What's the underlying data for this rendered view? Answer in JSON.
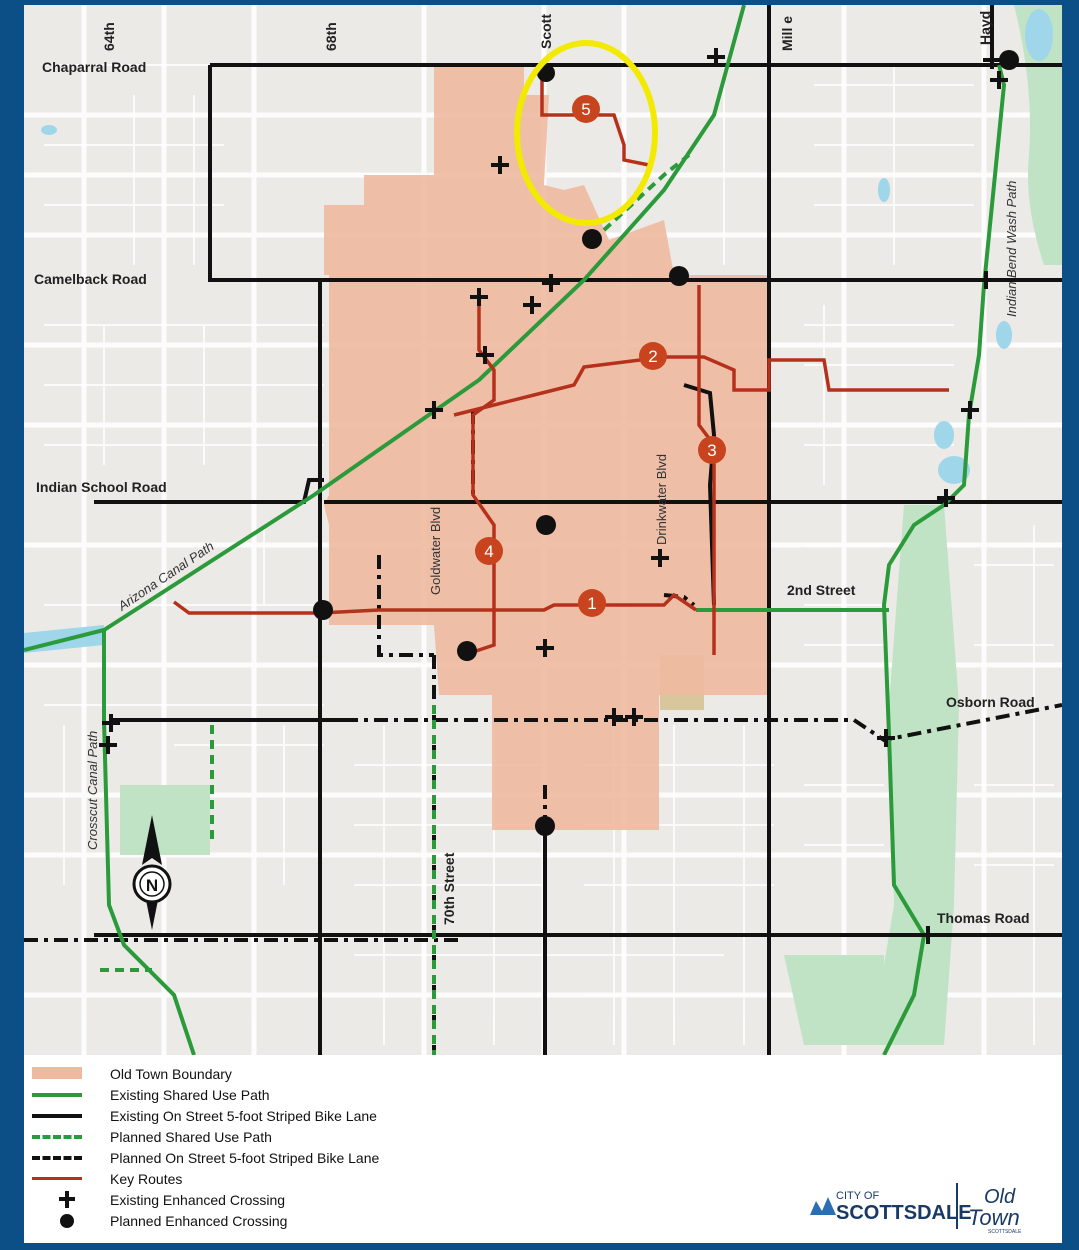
{
  "map": {
    "street_labels": {
      "st_64th": "64th",
      "st_68th": "68th",
      "st_scott": "Scott",
      "st_mill": "Mill e",
      "st_hayd": "Hayd",
      "chaparral": "Chaparral Road",
      "camelback": "Camelback Road",
      "indian_school": "Indian School Road",
      "second_street": "2nd Street",
      "osborn": "Osborn Road",
      "thomas": "Thomas Road",
      "goldwater": "Goldwater Blvd",
      "drinkwater": "Drinkwater Blvd",
      "st_70th": "70th Street",
      "arizona_canal": "Arizona Canal Path",
      "crosscut_canal": "Crosscut Canal Path",
      "indian_bend": "Indian Bend Wash Path"
    },
    "route_markers": [
      "1",
      "2",
      "3",
      "4",
      "5"
    ],
    "north_arrow": "N",
    "highlight_color": "#f2ea00"
  },
  "legend": {
    "items": [
      {
        "label": "Old Town Boundary",
        "symbol": "area",
        "color": "#efb9a0"
      },
      {
        "label": "Existing Shared Use Path",
        "symbol": "line",
        "color": "#2b9a3a"
      },
      {
        "label": "Existing On Street 5-foot Striped Bike Lane",
        "symbol": "line",
        "color": "#111111"
      },
      {
        "label": "Planned Shared Use Path",
        "symbol": "dashed",
        "color": "#2b9a3a"
      },
      {
        "label": "Planned On Street 5-foot Striped Bike Lane",
        "symbol": "dashed",
        "color": "#111111"
      },
      {
        "label": "Key Routes",
        "symbol": "line",
        "color": "#b5311b"
      },
      {
        "label": "Existing Enhanced Crossing",
        "symbol": "plus-icon",
        "color": "#111111"
      },
      {
        "label": "Planned Enhanced Crossing",
        "symbol": "dot-icon",
        "color": "#111111"
      }
    ]
  },
  "logo": {
    "city_of": "CITY OF",
    "scottsdale": "SCOTTSDALE",
    "old": "Old",
    "town": "Town",
    "sub": "SCOTTSDALE"
  },
  "colors": {
    "frame": "#0c4f86",
    "map_bg": "#eceae6",
    "old_town": "#efb9a0",
    "shared_path": "#2b9a3a",
    "bike_lane": "#111111",
    "key_route": "#b5311b",
    "park": "#bfe3c4",
    "water": "#9fd6ea"
  }
}
